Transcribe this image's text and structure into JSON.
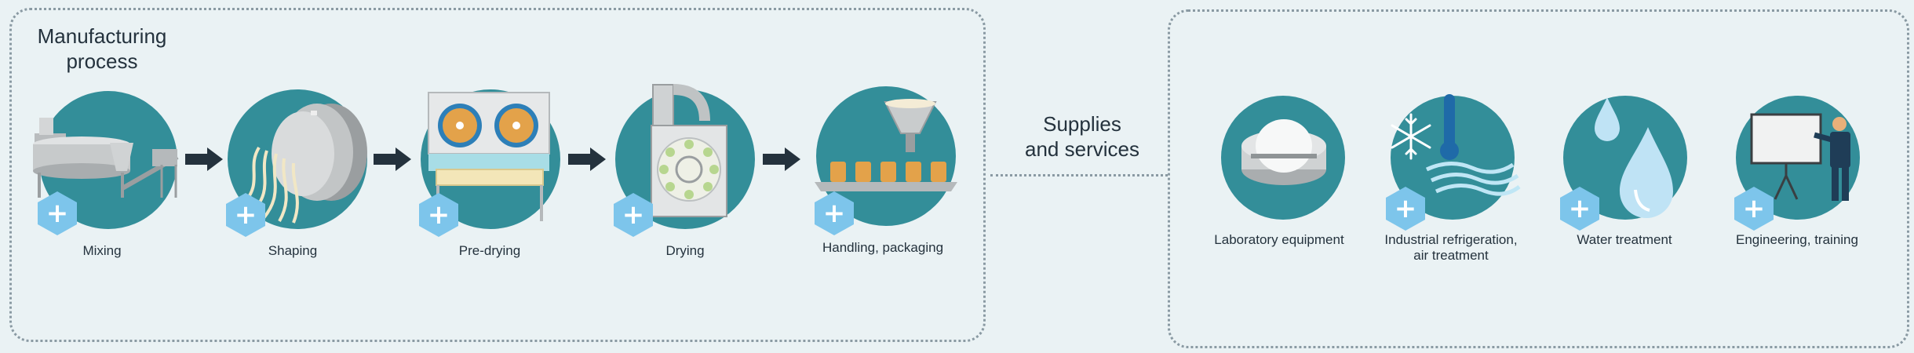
{
  "manufacturing": {
    "title": "Manufacturing\nprocess",
    "steps": [
      {
        "label": "Mixing",
        "icon": "mixer-machine-icon"
      },
      {
        "label": "Shaping",
        "icon": "extruder-press-icon"
      },
      {
        "label": "Pre-drying",
        "icon": "pre-dryer-fans-icon"
      },
      {
        "label": "Drying",
        "icon": "dryer-drum-icon"
      },
      {
        "label": "Handling, packaging",
        "icon": "packaging-line-icon"
      }
    ]
  },
  "supplies": {
    "title": "Supplies\nand services",
    "items": [
      {
        "label": "Laboratory equipment",
        "icon": "lab-equipment-icon"
      },
      {
        "label": "Industrial refrigeration,\nair treatment",
        "icon": "snowflake-thermometer-icon"
      },
      {
        "label": "Water treatment",
        "icon": "water-drop-icon"
      },
      {
        "label": "Engineering, training",
        "icon": "presenter-board-icon"
      }
    ]
  },
  "plus_symbol": "+",
  "colors": {
    "background": "#eaf2f4",
    "circle": "#338e99",
    "plus_badge": "#7dc5eb",
    "arrow": "#24323d",
    "text": "#24323d",
    "dotted_border": "#8a9aa3"
  }
}
